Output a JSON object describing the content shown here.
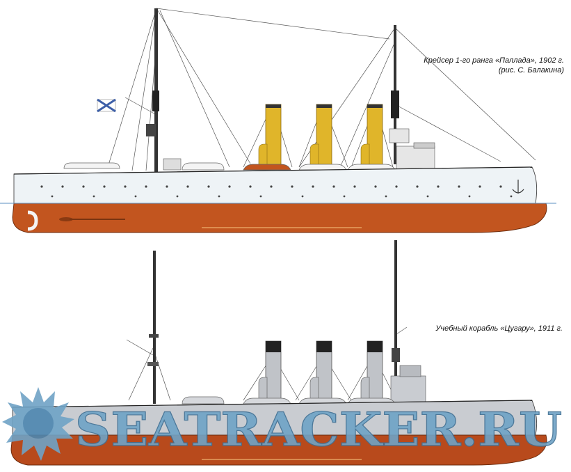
{
  "top_ship": {
    "caption_line1": "Крейсер 1-го ранга «Паллада», 1902 г.",
    "caption_line2": "(рис. С. Балакина)",
    "hull_color": "#eef3f6",
    "underwater_color": "#c2551f",
    "funnel_color": "#e0b52a",
    "flag_color": "#3d5fa8",
    "waterline_color": "#5a8fc0"
  },
  "bottom_ship": {
    "caption": "Учебный корабль «Цугару», 1911 г.",
    "hull_color": "#c9ccd1",
    "underwater_color": "#b84a1c",
    "funnel_color": "#c0c3c8",
    "funnel_cap_color": "#222222"
  },
  "watermark": {
    "text": "SEATRACKER.RU",
    "color": "#6fa3c6",
    "icon": "sunburst-logo-icon"
  }
}
